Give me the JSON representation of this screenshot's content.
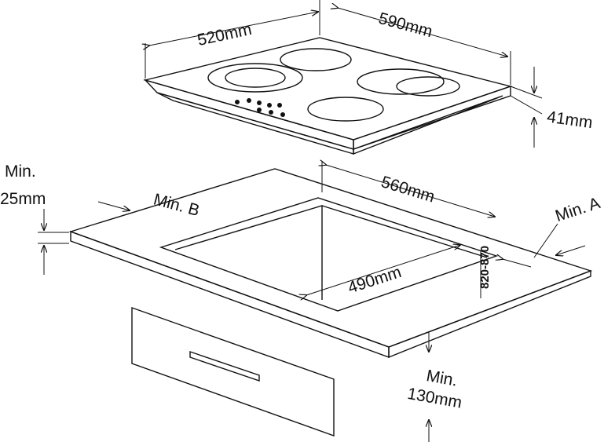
{
  "labels": {
    "width_top": "520mm",
    "depth_top": "590mm",
    "height": "41mm",
    "min_25_line1": "Min.",
    "min_25_line2": "25mm",
    "min_b": "Min. B",
    "cutout_depth": "560mm",
    "min_a": "Min. A",
    "cutout_width": "490mm",
    "range": "820-870",
    "min_130_line1": "Min.",
    "min_130_line2": "130mm"
  }
}
